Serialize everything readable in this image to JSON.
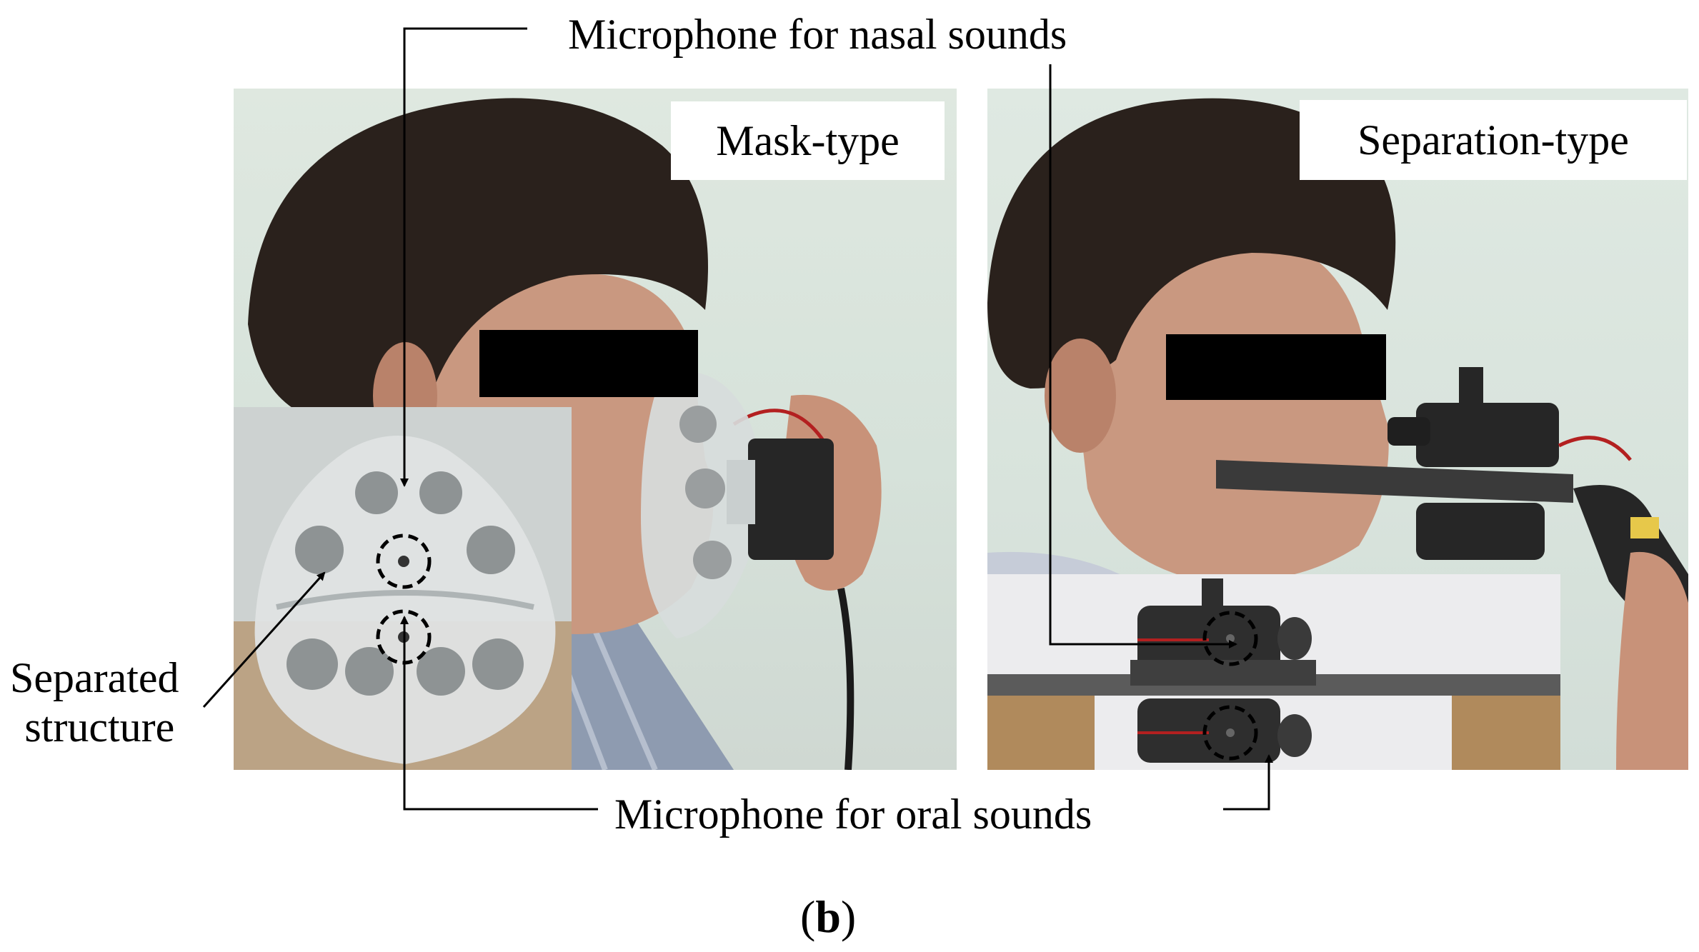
{
  "labels": {
    "mic_nasal": "Microphone  for nasal sounds",
    "mic_oral": "Microphone  for oral sounds",
    "separated_line1": "Separated",
    "separated_line2": "structure",
    "mask_type": "Mask-type",
    "separation_type": "Separation-type",
    "subfigure_open": "(",
    "subfigure_letter": "b",
    "subfigure_close": ")"
  },
  "colors": {
    "background": "#ffffff",
    "wall": "#dbe5de",
    "hair": "#2a211c",
    "skin": "#c99880",
    "device_black": "#262626",
    "mask_clear": "#d7dcdc",
    "redaction": "#000000",
    "cork": "#b08a5c"
  }
}
